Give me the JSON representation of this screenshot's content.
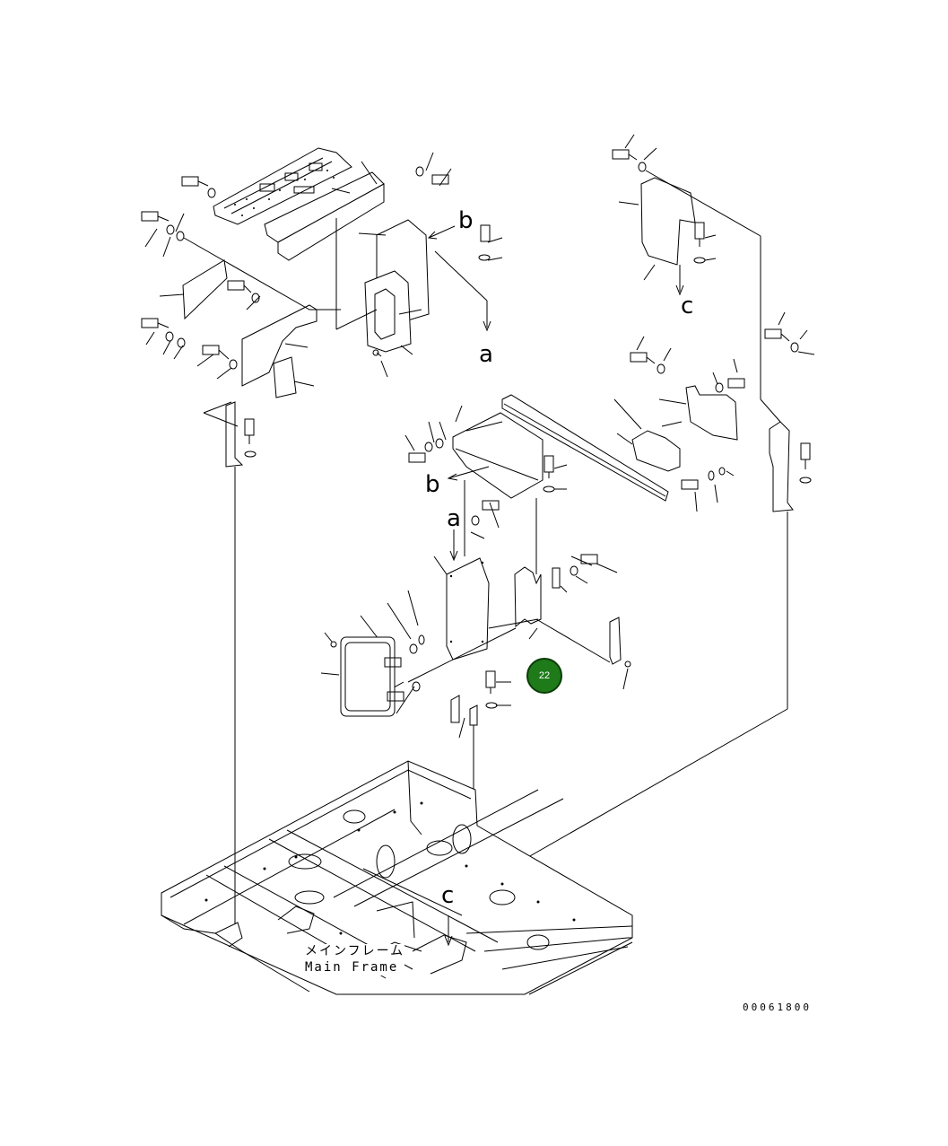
{
  "figure": {
    "callouts": {
      "a_upper": "a",
      "a_lower": "a",
      "b_upper": "b",
      "b_lower": "b",
      "c_upper": "c",
      "c_lower": "c"
    },
    "main_frame_label": {
      "jp": "メインフレーム",
      "en": "Main Frame"
    },
    "badge_number": "22",
    "badge_color": "#1f7a1a",
    "document_number": "00061800"
  }
}
